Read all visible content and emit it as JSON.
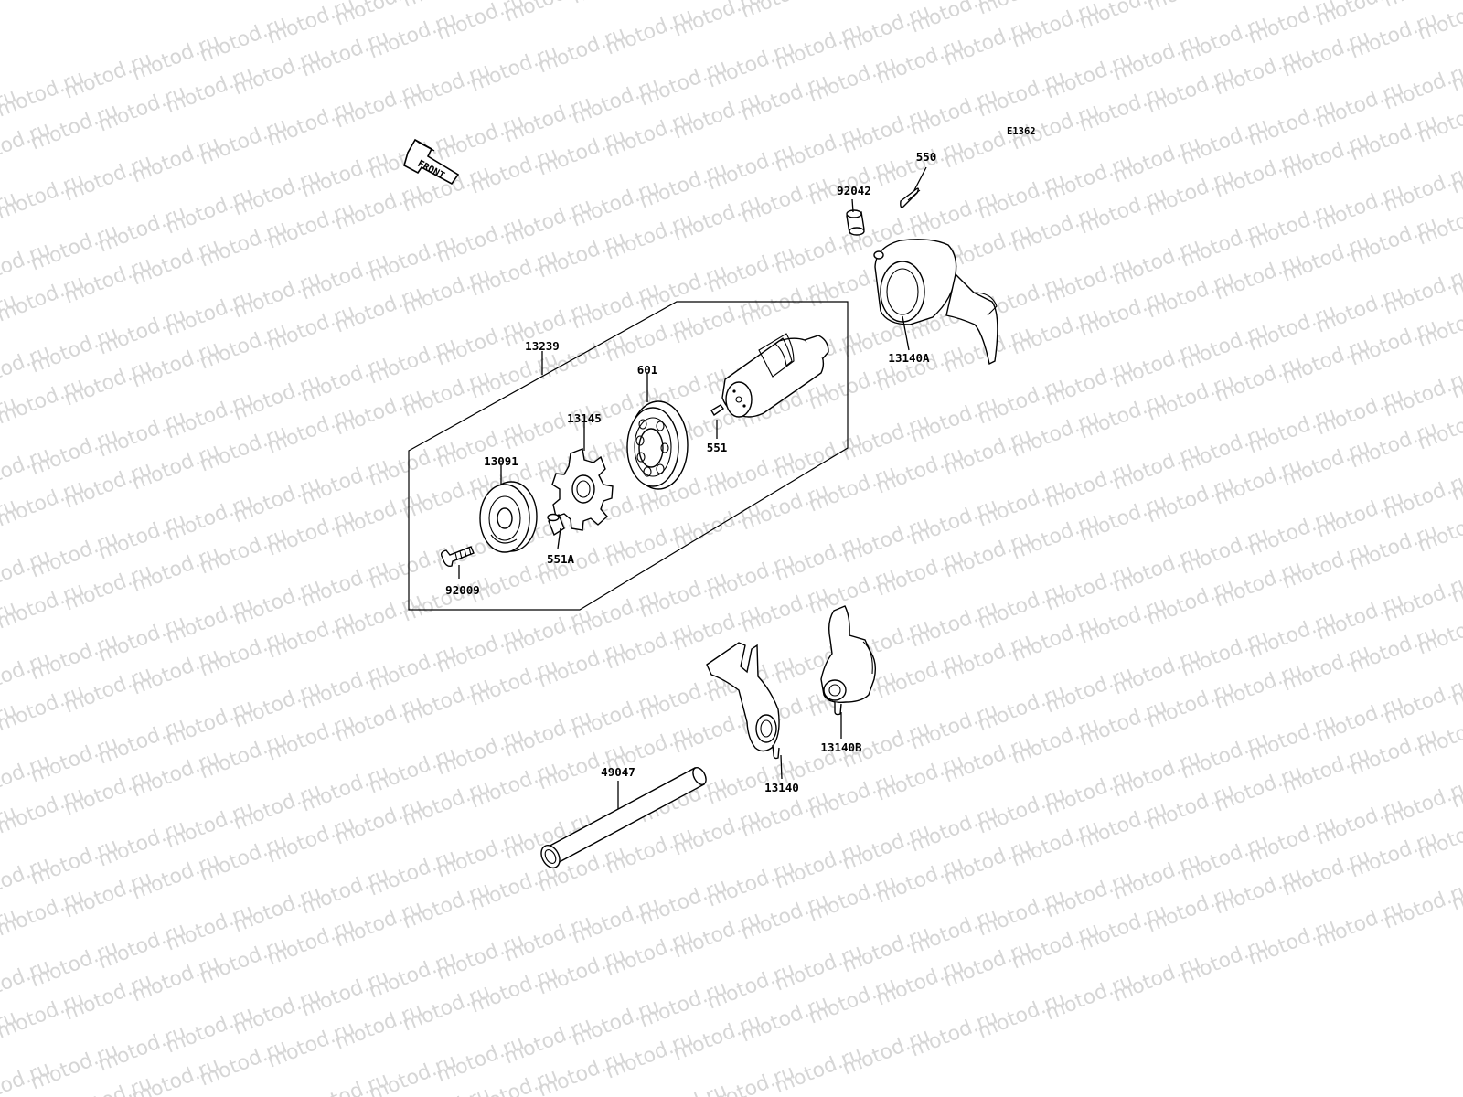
{
  "watermark": "motod.ru",
  "diagram_code": "E1362",
  "front_label": "FRONT",
  "parts": {
    "p550": "550",
    "p92042": "92042",
    "p13140A": "13140A",
    "p13239": "13239",
    "p601": "601",
    "p13145": "13145",
    "p551": "551",
    "p13091": "13091",
    "p551A": "551A",
    "p92009": "92009",
    "p49047": "49047",
    "p13140": "13140",
    "p13140B": "13140B"
  }
}
